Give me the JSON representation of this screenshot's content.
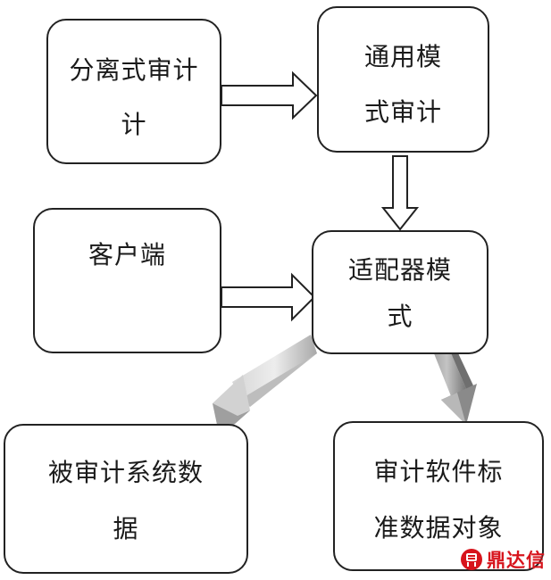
{
  "nodes": {
    "fenli": {
      "lines": [
        "分离式审计",
        "计"
      ]
    },
    "tongyong": {
      "lines": [
        "通用模",
        "式审计"
      ]
    },
    "kehuduan": {
      "lines": [
        "客户端"
      ]
    },
    "shipeiqi": {
      "lines": [
        "适配器模",
        "式"
      ]
    },
    "beishenji": {
      "lines": [
        "被审计系统数",
        "据"
      ]
    },
    "biaozhun": {
      "lines": [
        "审计软件标",
        "准数据对象"
      ]
    }
  },
  "watermark": {
    "text": "鼎达信"
  }
}
